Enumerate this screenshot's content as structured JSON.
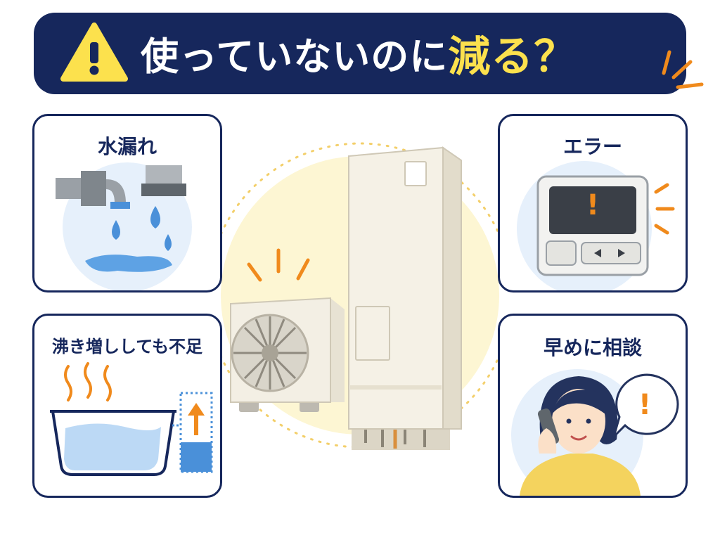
{
  "header": {
    "title_prefix": "使っていないのに",
    "title_highlight": "減る？",
    "warning_icon": "warning-triangle-icon"
  },
  "cards": {
    "leak": {
      "title": "水漏れ",
      "icon": "water-leak-icon"
    },
    "error": {
      "title": "エラー",
      "icon": "error-remote-icon",
      "mark": "!"
    },
    "reheat": {
      "title": "沸き増ししても不足",
      "icon": "bathtub-icon"
    },
    "consult": {
      "title": "早めに相談",
      "icon": "phone-call-person-icon",
      "mark": "!"
    }
  },
  "colors": {
    "navy": "#16275c",
    "yellow": "#fce14d",
    "orange": "#f08a1c",
    "water": "#4a90d9",
    "pale_blue": "#e6f0fb",
    "pale_yellow": "#fdf6d3"
  }
}
